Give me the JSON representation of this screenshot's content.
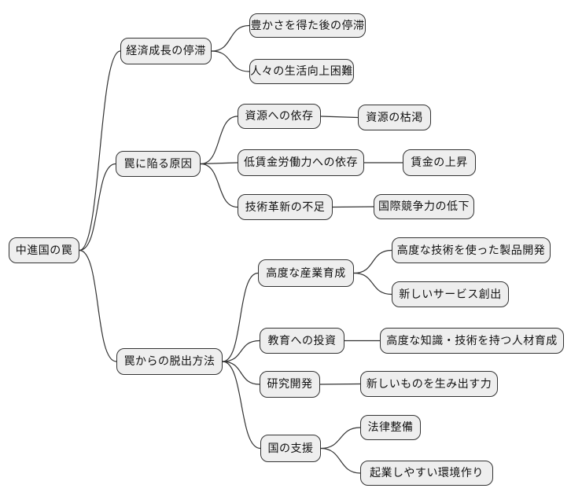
{
  "diagram": {
    "type": "mindmap",
    "background_color": "#ffffff",
    "node_fill_color": "#eeeeee",
    "node_border_color": "#333333",
    "edge_color": "#333333",
    "root": {
      "label": "中進国の罠",
      "children": [
        {
          "label": "経済成長の停滞",
          "children": [
            {
              "label": "豊かさを得た後の停滞"
            },
            {
              "label": "人々の生活向上困難"
            }
          ]
        },
        {
          "label": "罠に陥る原因",
          "children": [
            {
              "label": "資源への依存",
              "children": [
                {
                  "label": "資源の枯渇"
                }
              ]
            },
            {
              "label": "低賃金労働力への依存",
              "children": [
                {
                  "label": "賃金の上昇"
                }
              ]
            },
            {
              "label": "技術革新の不足",
              "children": [
                {
                  "label": "国際競争力の低下"
                }
              ]
            }
          ]
        },
        {
          "label": "罠からの脱出方法",
          "children": [
            {
              "label": "高度な産業育成",
              "children": [
                {
                  "label": "高度な技術を使った製品開発"
                },
                {
                  "label": "新しいサービス創出"
                }
              ]
            },
            {
              "label": "教育への投資",
              "children": [
                {
                  "label": "高度な知識・技術を持つ人材育成"
                }
              ]
            },
            {
              "label": "研究開発",
              "children": [
                {
                  "label": "新しいものを生み出す力"
                }
              ]
            },
            {
              "label": "国の支援",
              "children": [
                {
                  "label": "法律整備"
                },
                {
                  "label": "起業しやすい環境作り"
                }
              ]
            }
          ]
        }
      ]
    }
  }
}
